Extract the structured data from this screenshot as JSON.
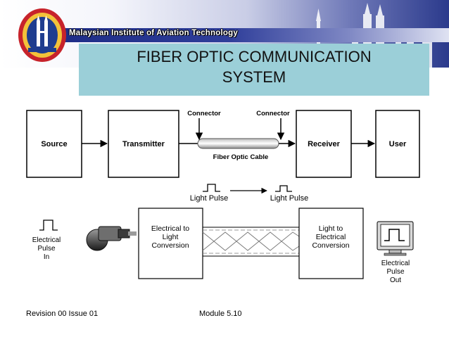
{
  "header": {
    "institute": "Malaysian Institute of Aviation Technology",
    "logo_icon": "unikl-miat-seal-icon",
    "skyline_icon": "kuala-lumpur-skyline-icon"
  },
  "slide": {
    "title_line1": "FIBER OPTIC COMMUNICATION",
    "title_line2": "SYSTEM"
  },
  "diagram_top": {
    "source": "Source",
    "transmitter": "Transmitter",
    "receiver": "Receiver",
    "user": "User",
    "connector_left": "Connector",
    "connector_right": "Connector",
    "cable": "Fiber Optic Cable"
  },
  "diagram_bottom": {
    "light_pulse_left": "Light Pulse",
    "light_pulse_right": "Light Pulse",
    "e2l_line1": "Electrical to",
    "e2l_line2": "Light",
    "e2l_line3": "Conversion",
    "l2e_line1": "Light to",
    "l2e_line2": "Electrical",
    "l2e_line3": "Conversion",
    "pulse_in_line1": "Electrical",
    "pulse_in_line2": "Pulse",
    "pulse_in_line3": "In",
    "pulse_out_line1": "Electrical",
    "pulse_out_line2": "Pulse",
    "pulse_out_line3": "Out",
    "laser_icon": "laser-diode-icon",
    "monitor_icon": "monitor-icon"
  },
  "footer": {
    "revision": "Revision 00 Issue 01",
    "module": "Module 5.10"
  }
}
